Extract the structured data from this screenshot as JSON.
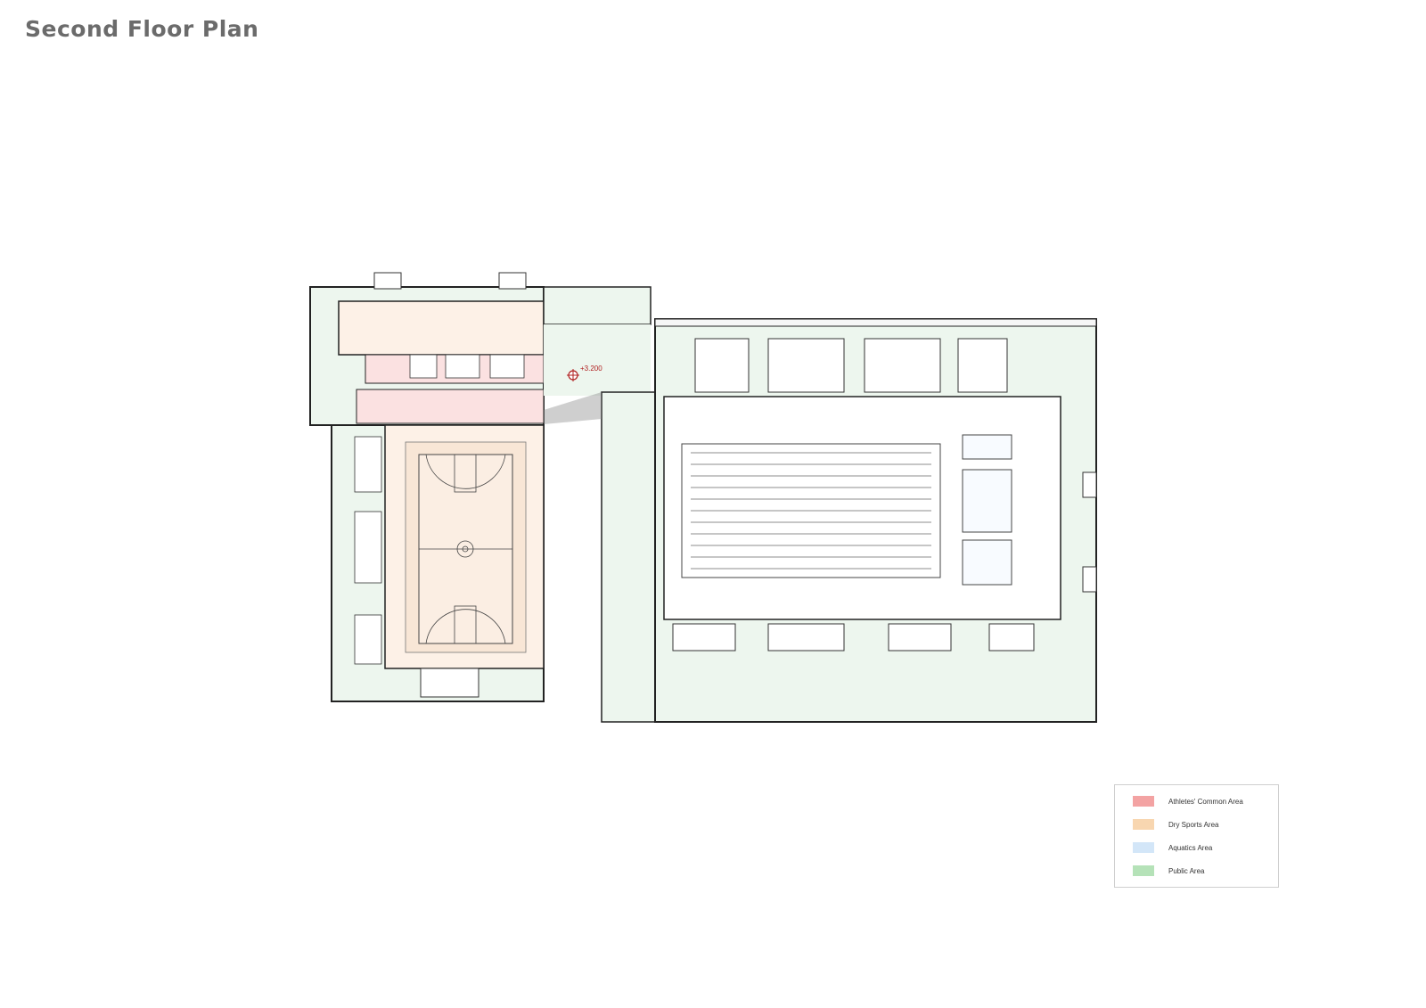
{
  "title": "Second Floor Plan",
  "level_marker": "+3.200",
  "legend": {
    "items": [
      {
        "label": "Athletes' Common Area",
        "color": "#f3a3a3"
      },
      {
        "label": "Dry Sports Area",
        "color": "#f8d6b0"
      },
      {
        "label": "Aquatics Area",
        "color": "#d3e6f8"
      },
      {
        "label": "Public Area",
        "color": "#b5e2b8"
      }
    ]
  },
  "colors": {
    "public_fill": "#edf6ee",
    "athletes_fill": "#fbe1e1",
    "dry_fill": "#fdf1e7",
    "aquatics_fill": "#ffffff",
    "line": "#222222",
    "level_marker": "#b02020"
  }
}
